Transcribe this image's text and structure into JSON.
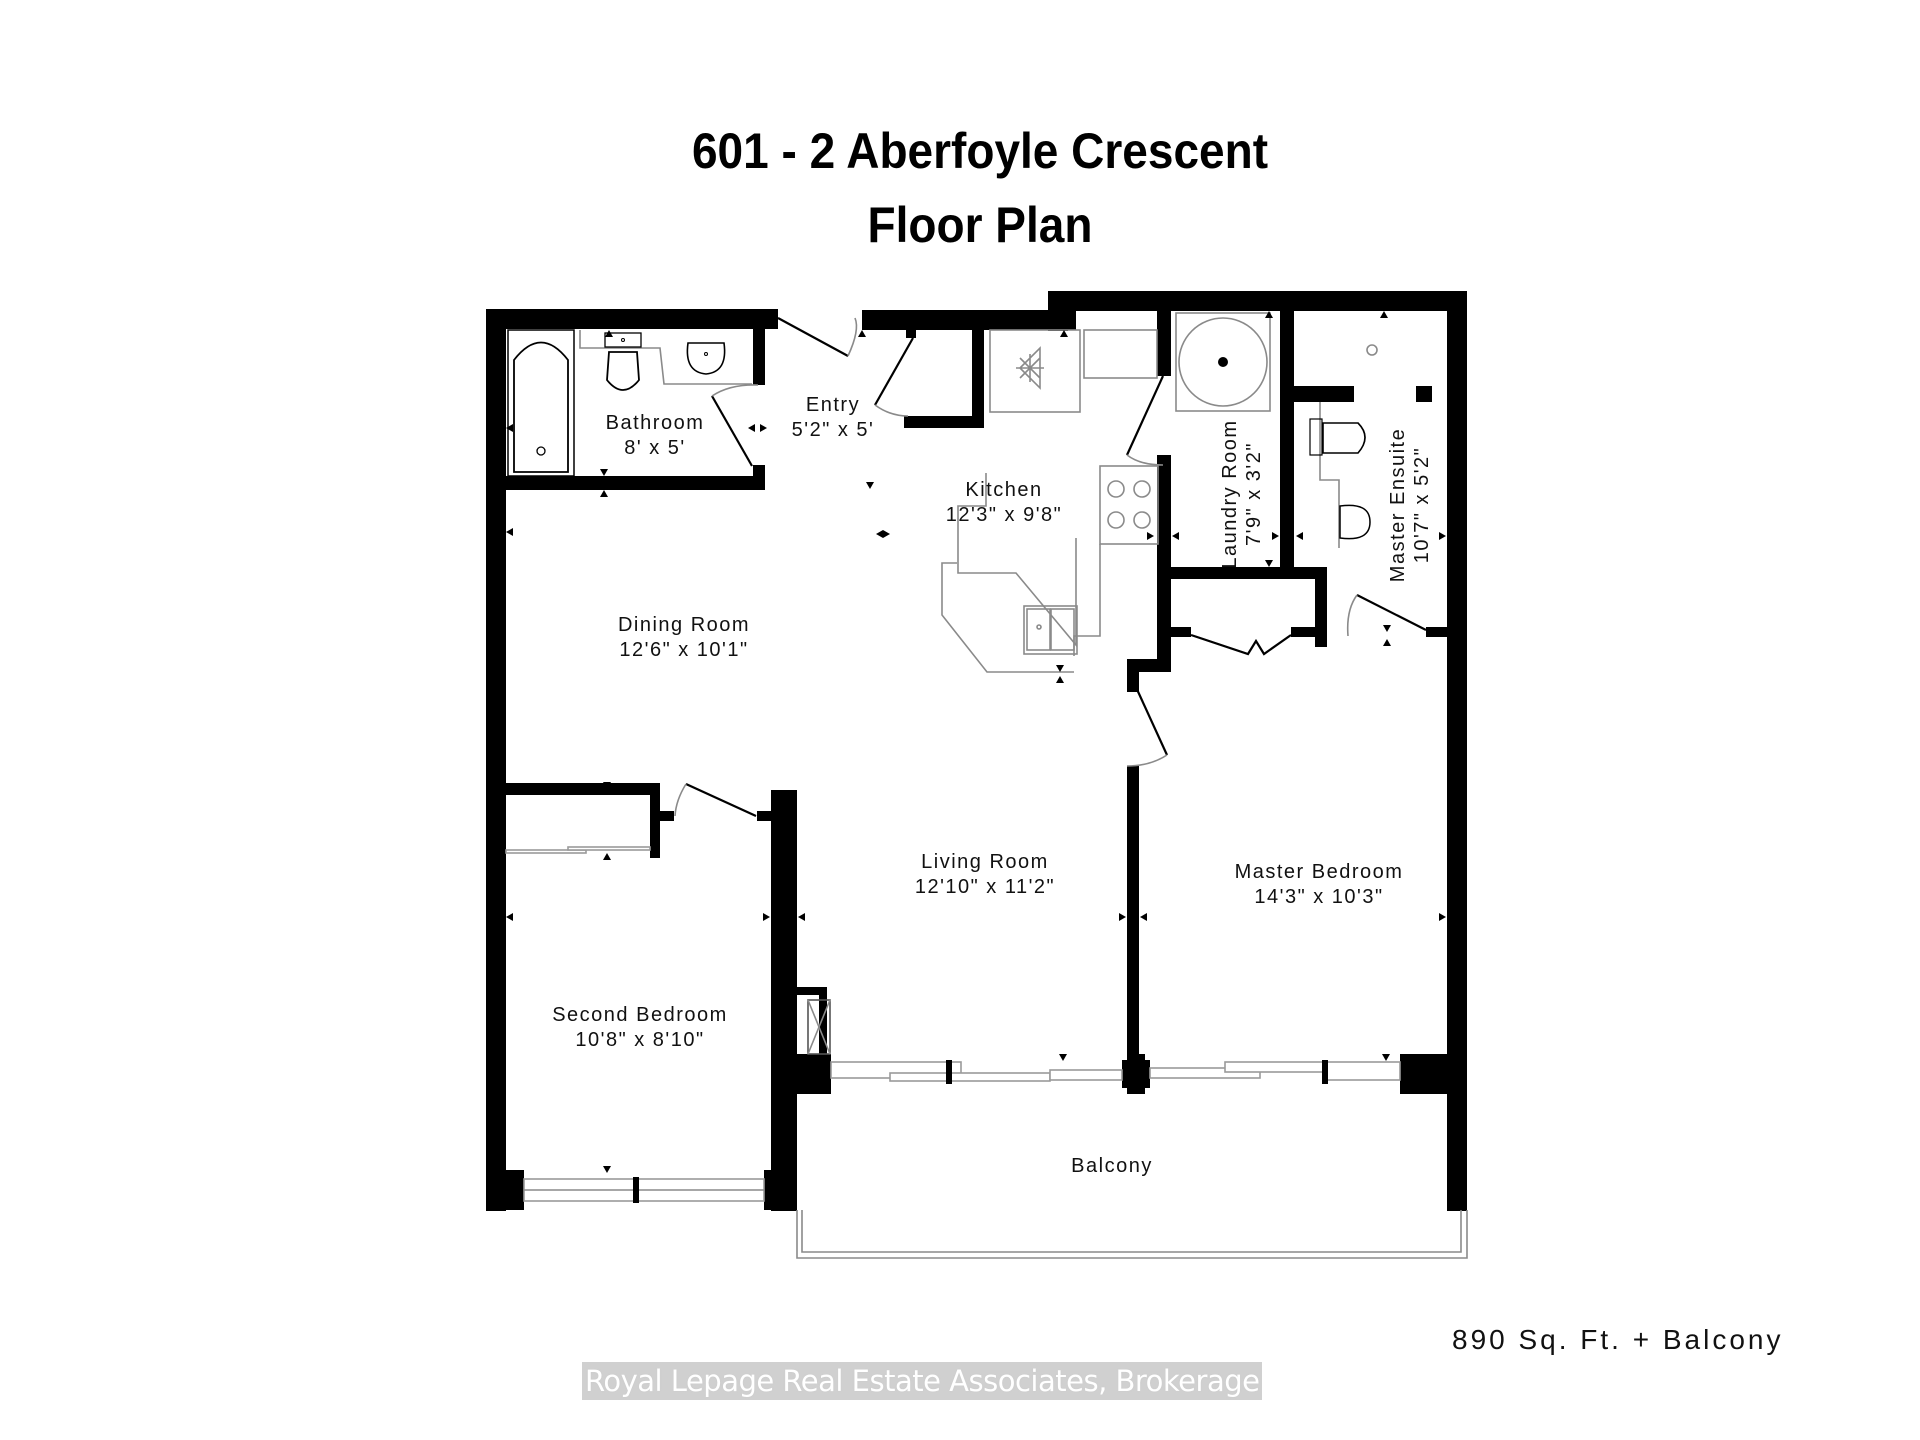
{
  "header": {
    "title": "601 - 2 Aberfoyle Crescent",
    "subtitle": "Floor Plan"
  },
  "rooms": [
    {
      "name": "Bathroom",
      "size": "8' x 5'"
    },
    {
      "name": "Entry",
      "size": "5'2\" x 5'"
    },
    {
      "name": "Kitchen",
      "size": "12'3\" x 9'8\""
    },
    {
      "name": "Laundry Room",
      "size": "7'9\" x 3'2\""
    },
    {
      "name": "Master Ensuite",
      "size": "10'7\" x 5'2\""
    },
    {
      "name": "Dining Room",
      "size": "12'6\" x 10'1\""
    },
    {
      "name": "Living Room",
      "size": "12'10\" x 11'2\""
    },
    {
      "name": "Master Bedroom",
      "size": "14'3\" x 10'3\""
    },
    {
      "name": "Second Bedroom",
      "size": "10'8\" x 8'10\""
    },
    {
      "name": "Balcony",
      "size": ""
    }
  ],
  "footer": {
    "area": "890 Sq. Ft. + Balcony",
    "watermark": "Royal Lepage Real Estate Associates, Brokerage"
  },
  "icons": {
    "bathtub": "bathtub-icon",
    "toilet": "toilet-icon",
    "sink": "sink-icon",
    "stove": "stove-icon",
    "fridge": "fridge-icon",
    "washer": "washer-icon",
    "shower": "shower-icon",
    "double_sink": "double-sink-icon",
    "closet": "closet-icon"
  },
  "colors": {
    "wall": "#000000",
    "fixture_line": "#8a8a8a",
    "background": "#ffffff"
  }
}
